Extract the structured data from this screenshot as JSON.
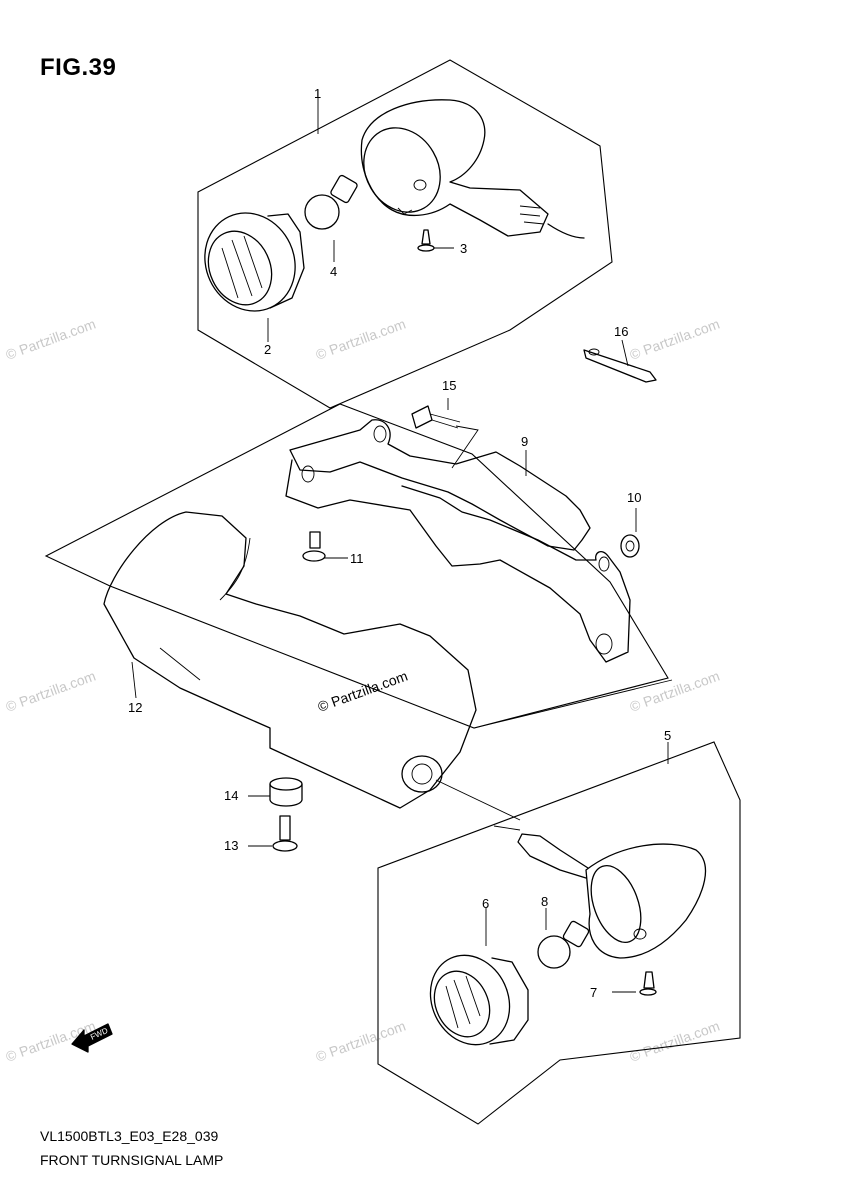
{
  "figure": {
    "title": "FIG.39",
    "model_code": "VL1500BTL3_E03_E28_039",
    "caption": "FRONT TURNSIGNAL LAMP"
  },
  "callouts": [
    "1",
    "2",
    "3",
    "4",
    "5",
    "6",
    "7",
    "8",
    "9",
    "10",
    "11",
    "12",
    "13",
    "14",
    "15",
    "16"
  ],
  "watermark": {
    "text": "© Partzilla.com"
  },
  "fwd_label": "FWD",
  "parts": {
    "turnsignal_lamp_right": "turnsignal-assembly-icon",
    "turnsignal_lamp_left": "turnsignal-assembly-icon",
    "lens": "lens-icon",
    "bulb": "bulb-icon",
    "screw": "screw-icon",
    "bracket": "bracket-icon",
    "cushion": "cushion-icon",
    "bolt": "bolt-icon",
    "cover": "cover-icon",
    "clamp": "clamp-icon"
  }
}
